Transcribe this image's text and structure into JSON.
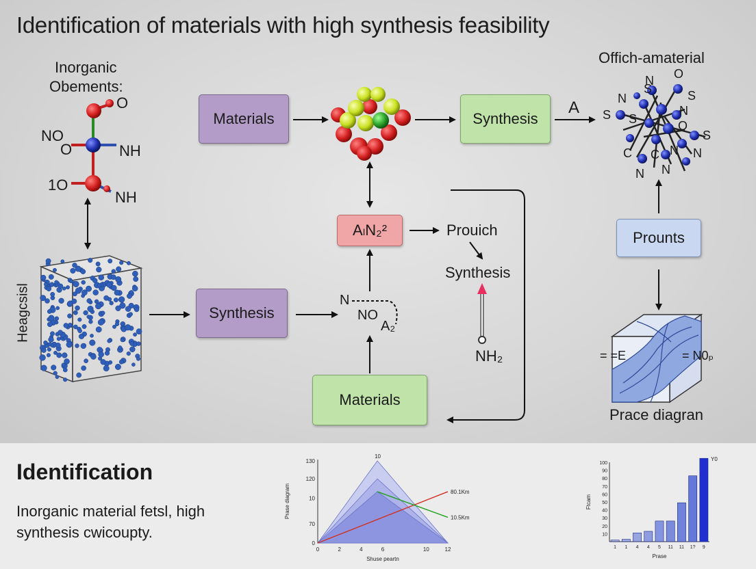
{
  "title": "Identification of  materials with high synthesis feasibility",
  "left_molecule": {
    "heading_line1": "Inorganic",
    "heading_line2": "Obements:",
    "atoms": [
      "O",
      "NO",
      "O",
      "NH",
      "1O",
      "NH"
    ]
  },
  "crystal_label": "Heagcsisl",
  "boxes": {
    "materials_top": "Materials",
    "synthesis_top": "Synthesis",
    "synthesis_mid": "Synthesis",
    "an2": "AₗN₂²",
    "materials_bottom": "Materials",
    "prounts": "Prounts"
  },
  "labels": {
    "arrow_a": "A",
    "prouich": "Prouich",
    "synthesis_float": "Synthesis",
    "nh2": "NH₂",
    "no_n": "N",
    "no_no": "NO",
    "no_a2": "A₂",
    "right_molecule_title": "Offich-amaterial",
    "phase_diagram_label": "Prace diagran",
    "phase_eq_left": "= =E",
    "phase_eq_right": "= N0ₚ"
  },
  "right_molecule_atoms": [
    "N",
    "O",
    "N",
    "S",
    "N",
    "S",
    "O",
    "S",
    "N",
    "S",
    "C",
    "C",
    "N",
    "N",
    "S",
    "N"
  ],
  "colors": {
    "purple_box": "#b49cc8",
    "green_box": "#bfe3a8",
    "pink_box": "#f0a6a6",
    "blue_box": "#c9d8f0",
    "atom_red": "#d42020",
    "atom_blue": "#2030b0",
    "atom_green": "#2aa02a",
    "atom_yellow": "#c8e020"
  },
  "bottom": {
    "heading": "Identification",
    "description": "Inorganic material fetsl, high synthesis cwicoupty."
  },
  "chart_data": [
    {
      "type": "area",
      "title": "",
      "xlabel": "Shuse peartn",
      "ylabel": "Prase diagram",
      "x_ticks": [
        "0",
        "2",
        "4",
        "6",
        "10",
        "12"
      ],
      "y_ticks": [
        "0",
        "70",
        "10",
        "120",
        "130"
      ],
      "xlim": [
        0,
        12
      ],
      "ylim": [
        0,
        130
      ],
      "peak_label": "10",
      "series": [
        {
          "x": [
            0,
            5.5,
            12
          ],
          "y": [
            0,
            128,
            0
          ],
          "color": "#c9cdf0"
        },
        {
          "x": [
            0,
            5.5,
            12
          ],
          "y": [
            0,
            100,
            0
          ],
          "color": "#aeb4ea"
        },
        {
          "x": [
            0,
            5.5,
            12
          ],
          "y": [
            0,
            80,
            0
          ],
          "color": "#8d95e0"
        }
      ],
      "lines": [
        {
          "label": "80.1Km",
          "x": [
            0,
            12
          ],
          "y": [
            0,
            80
          ],
          "color": "#d03020"
        },
        {
          "label": "10.5Km",
          "x": [
            5.5,
            12
          ],
          "y": [
            80,
            40
          ],
          "color": "#20a020"
        }
      ]
    },
    {
      "type": "bar",
      "title": "",
      "xlabel": "Prase",
      "ylabel": "Ftcam",
      "categories": [
        "1",
        "1",
        "4",
        "4",
        "5",
        "11",
        "11",
        "1?",
        "9"
      ],
      "values": [
        2,
        3,
        11,
        13,
        26,
        26,
        49,
        83,
        105
      ],
      "ylim": [
        0,
        100
      ],
      "y_ticks": [
        "10",
        "20",
        "30",
        "40",
        "50",
        "60",
        "70",
        "80",
        "90",
        "100"
      ],
      "peak_label": "Y0",
      "bar_color": "#5a6fd8",
      "highlight_color": "#1f2fd0"
    }
  ]
}
